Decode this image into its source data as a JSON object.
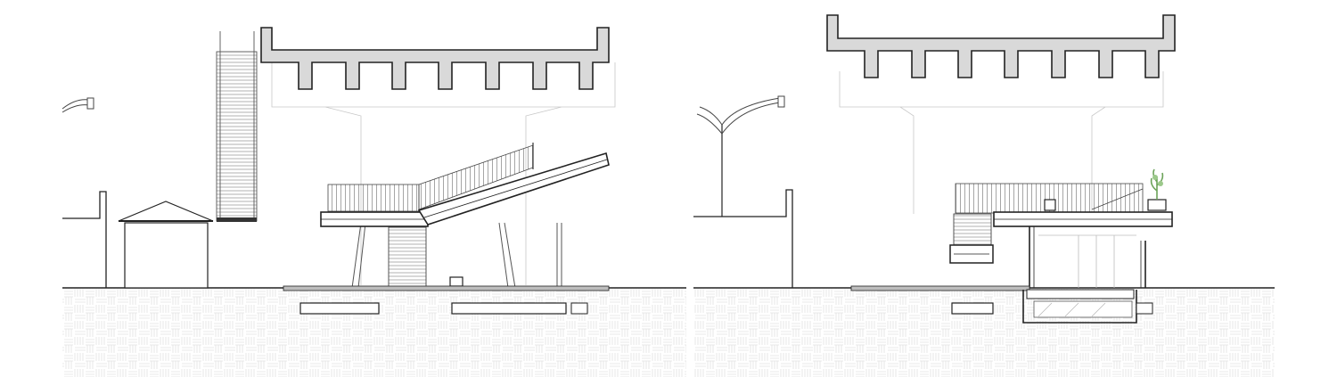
{
  "drawing": {
    "type": "architectural-section",
    "views": [
      {
        "id": "left-section",
        "features": [
          "elevated-highway-deck",
          "escalator",
          "guard-house",
          "lamp-post",
          "ramp-walkway",
          "stair",
          "bench",
          "ground-soil"
        ]
      },
      {
        "id": "right-section",
        "features": [
          "elevated-highway-deck",
          "lamp-post",
          "walkway-platform",
          "planter",
          "underground-room",
          "bench",
          "ground-soil"
        ]
      }
    ],
    "colors": {
      "line": "#222222",
      "thin_line": "#9a9a9a",
      "deck_fill": "#d9d9d9",
      "hatch": "#e2e2e2",
      "background": "#ffffff"
    }
  }
}
